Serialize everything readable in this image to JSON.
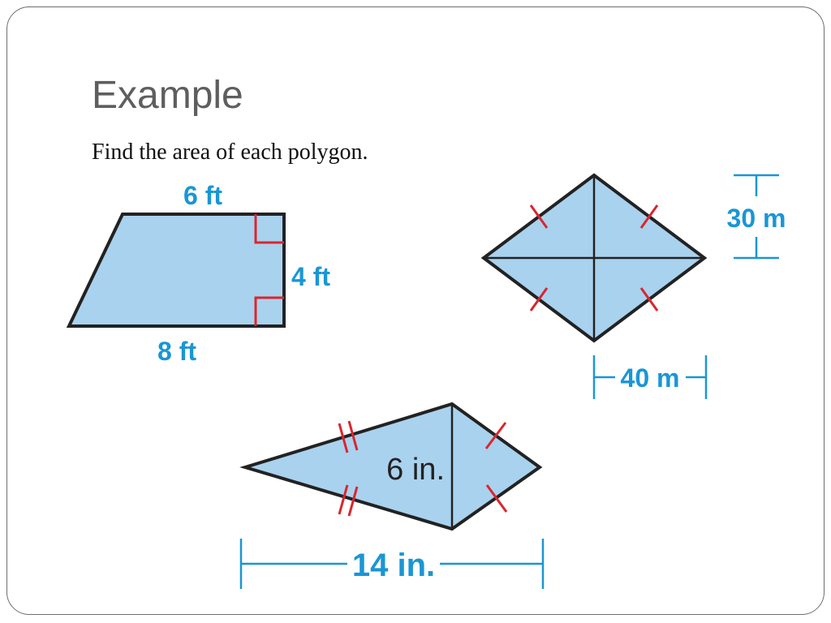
{
  "slide": {
    "title": "Example",
    "instruction": "Find the area of each polygon."
  },
  "colors": {
    "shape_fill": "#a9d2ee",
    "outline": "#222222",
    "label": "#1a96d4",
    "tick_marks": "#d9262e",
    "right_angle_marks": "#d9262e"
  },
  "figures": {
    "trapezoid": {
      "top_label": "6 ft",
      "side_label": "4 ft",
      "bottom_label": "8 ft"
    },
    "rhombus": {
      "height_label": "30 m",
      "width_label": "40 m"
    },
    "kite": {
      "diagonal_label": "6 in.",
      "length_label": "14 in."
    }
  }
}
